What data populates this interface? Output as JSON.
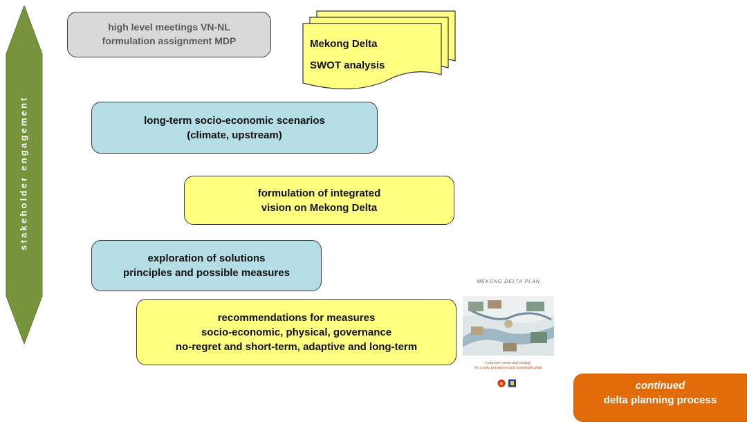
{
  "arrow": {
    "label": "stakeholder engagement",
    "color": "#77933c"
  },
  "steps": {
    "meetings": {
      "lines": [
        "high level meetings VN-NL",
        "formulation assignment MDP"
      ]
    },
    "swot": {
      "lines": [
        "Mekong Delta",
        "SWOT analysis"
      ]
    },
    "scenarios": {
      "lines": [
        "long-term socio-economic scenarios",
        "(climate, upstream)"
      ]
    },
    "vision": {
      "lines": [
        "formulation of integrated",
        "vision on Mekong Delta"
      ]
    },
    "exploration": {
      "lines": [
        "exploration of solutions",
        "principles and possible measures"
      ]
    },
    "recommendations": {
      "lines": [
        "recommendations for measures",
        "socio-economic, physical, governance",
        "no-regret and short-term, adaptive and long-term"
      ]
    },
    "continued": {
      "lines": [
        "continued",
        "delta planning process"
      ]
    }
  },
  "report": {
    "title": "MEKONG DELTA PLAN",
    "subtitle": [
      "Long-term vision and strategy",
      "for a safe, prosperous and sustainable delta"
    ]
  },
  "colors": {
    "grey": "#d9d9d9",
    "blue": "#b4dde6",
    "yellow": "#ffff80",
    "orange": "#e36c0a"
  }
}
